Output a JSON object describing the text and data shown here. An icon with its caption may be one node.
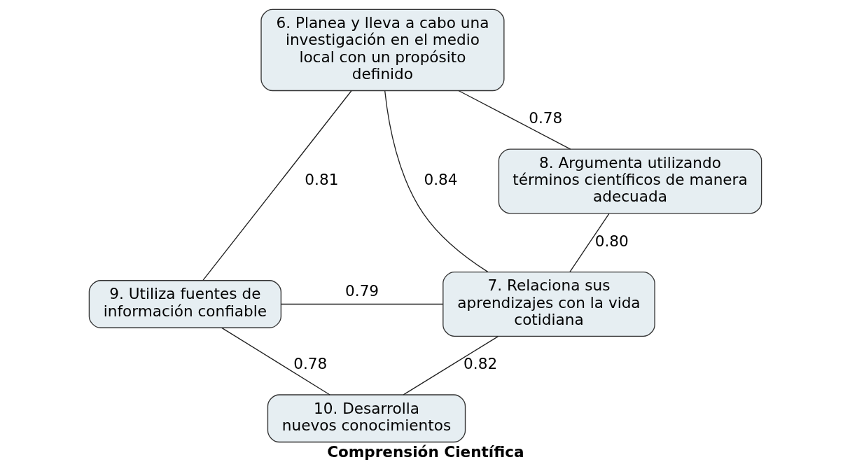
{
  "diagram": {
    "caption": "Comprensión Científica",
    "nodes": [
      {
        "text": [
          "6. Planea y lleva a cabo una investigación en el medio local con un propósito definido"
        ]
      },
      {
        "text": [
          "8. Argumenta utilizando términos científicos de manera adecuada"
        ]
      },
      {
        "text": [
          "9. Utiliza fuentes de información confiable"
        ]
      },
      {
        "text": [
          "7. Relaciona sus aprendizajes con la vida cotidiana"
        ]
      },
      {
        "text": [
          "10. Desarrolla nuevos conocimientos"
        ]
      }
    ],
    "edges": [
      {
        "from": 0,
        "to": 1,
        "arrow": "none",
        "label": "0.78"
      },
      {
        "from": 0,
        "to": 2,
        "arrow": "none",
        "label": "0.81"
      },
      {
        "from": 0,
        "to": 3,
        "arrow": "none",
        "label": "0.84"
      },
      {
        "from": 1,
        "to": 3,
        "arrow": "none",
        "label": "0.80"
      },
      {
        "from": 2,
        "to": 3,
        "arrow": "none",
        "label": "0.79"
      },
      {
        "from": 2,
        "to": 4,
        "arrow": "none",
        "label": "0.78"
      },
      {
        "from": 3,
        "to": 4,
        "arrow": "none",
        "label": "0.82"
      }
    ]
  }
}
